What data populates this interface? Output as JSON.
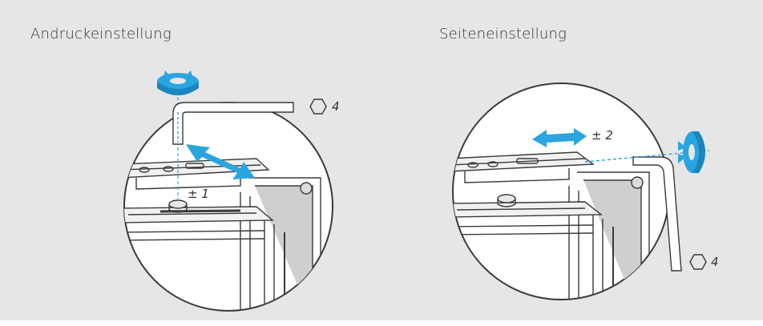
{
  "left_panel": {
    "title": "Andruckeinstellung",
    "hex_key_size": "4",
    "tolerance": "± 1",
    "icons": [
      "rotation-arrow-icon",
      "double-arrow-icon",
      "hex-key-icon",
      "hex-nut-icon"
    ]
  },
  "right_panel": {
    "title": "Seiteneinstellung",
    "hex_key_size": "4",
    "tolerance": "± 2",
    "icons": [
      "rotation-arrow-icon",
      "double-arrow-icon",
      "hex-key-icon",
      "hex-nut-icon"
    ]
  },
  "colors": {
    "background": "#e6e6e6",
    "accent": "#2aa5e0",
    "line": "#3a3a3a",
    "lens": "#ffffff"
  }
}
